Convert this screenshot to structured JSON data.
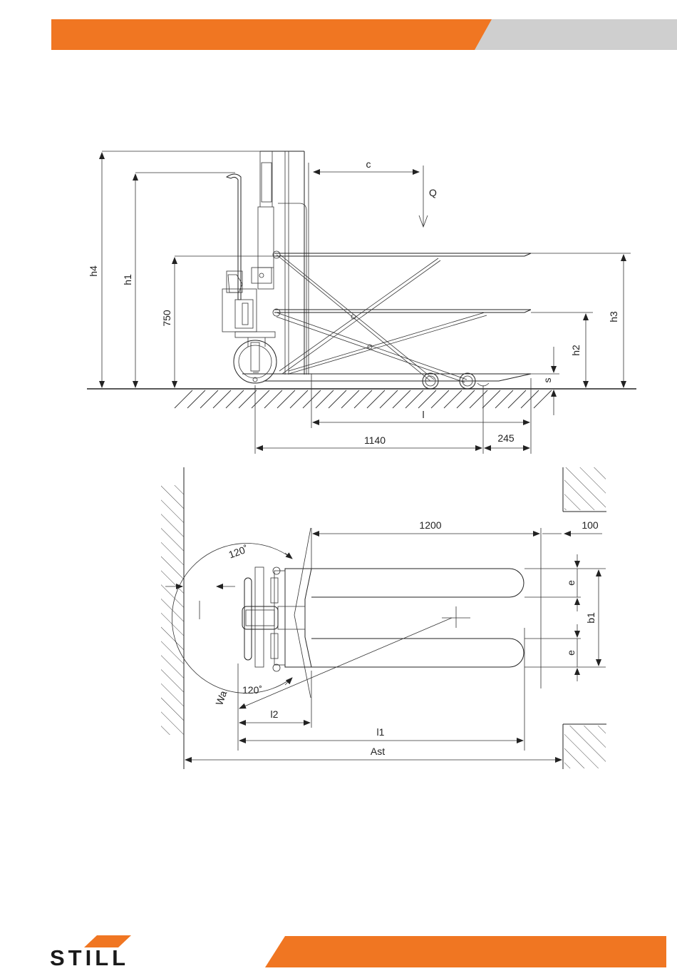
{
  "colors": {
    "accent": "#f07622",
    "band_grey": "#cfcfcf",
    "ink": "#222222"
  },
  "brand": {
    "logo_text": "STILL"
  },
  "side_view": {
    "labels": {
      "h4": "h4",
      "h1": "h1",
      "h750": "750",
      "c": "c",
      "Q": "Q",
      "h2": "h2",
      "h3": "h3",
      "s": "s",
      "l": "l",
      "d1140": "1140",
      "d245": "245"
    }
  },
  "top_view": {
    "labels": {
      "d1200": "1200",
      "d100": "100",
      "angle_top": "120˚",
      "angle_bottom": "120˚",
      "e_top": "e",
      "e_bottom": "e",
      "b1": "b1",
      "wa": "Wa",
      "l2": "l2",
      "l1": "l1",
      "ast": "Ast"
    }
  }
}
